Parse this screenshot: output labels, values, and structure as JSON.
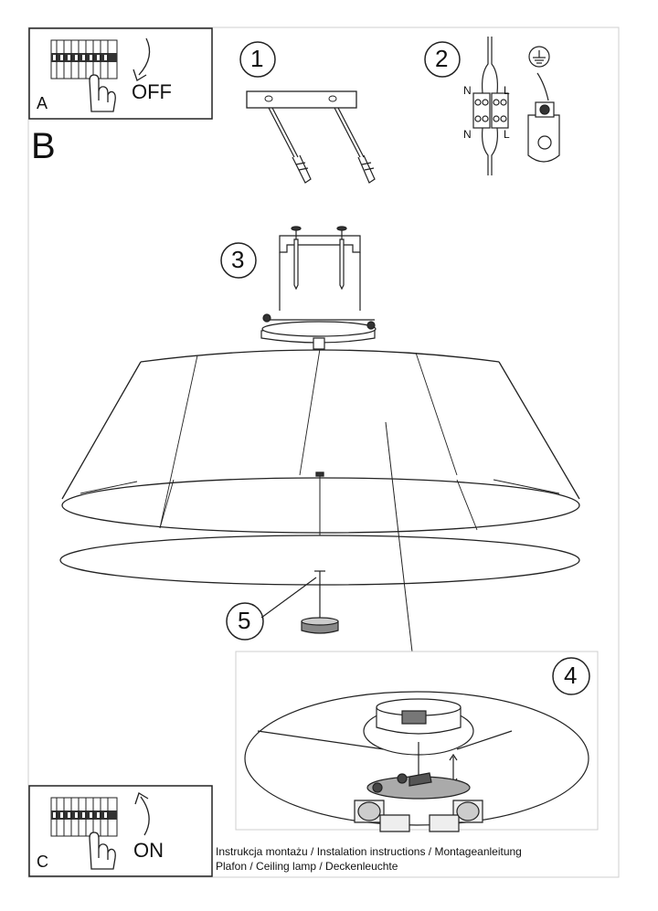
{
  "panel_a": {
    "letter": "A",
    "switch_state": "OFF"
  },
  "section_b": {
    "letter": "B"
  },
  "panel_c": {
    "letter": "C",
    "switch_state": "ON"
  },
  "steps": {
    "s1": "1",
    "s2": "2",
    "s3": "3",
    "s4": "4",
    "s5": "5"
  },
  "wiring": {
    "neutral": "N",
    "live": "L"
  },
  "footer": {
    "line1": "Instrukcja montażu / Instalation instructions / Montageanleitung",
    "line2": "Plafon / Ceiling lamp / Deckenleuchte"
  }
}
